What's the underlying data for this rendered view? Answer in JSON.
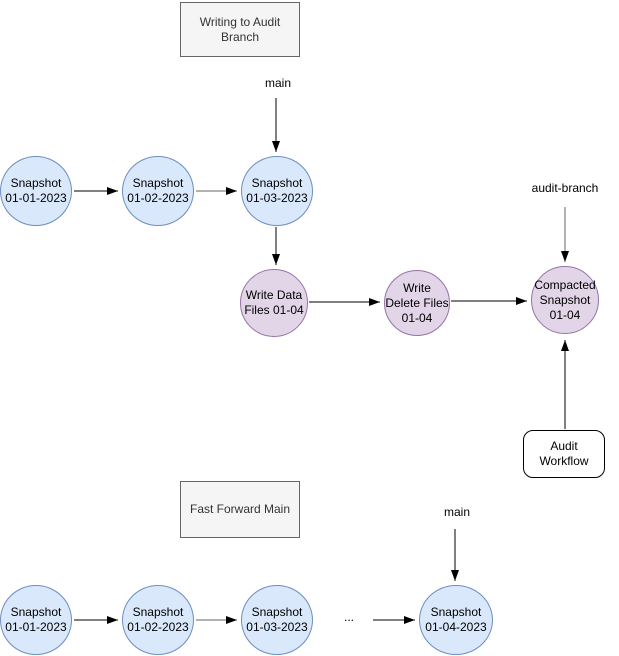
{
  "colors": {
    "snapshot_fill": "#dae8fc",
    "snapshot_stroke": "#6c8ebf",
    "audit_fill": "#e1d5e7",
    "audit_stroke": "#9673a6",
    "title_box_fill": "#f5f5f5",
    "title_box_stroke": "#666666",
    "title_text": "#333333",
    "node_text": "#000000",
    "arrow_black": "#000000",
    "arrow_gray": "#666666",
    "workflow_fill": "#ffffff",
    "workflow_stroke": "#000000"
  },
  "writing_section": {
    "title": "Writing to Audit Branch",
    "main_branch_label": "main",
    "audit_branch_label": "audit-branch",
    "main_snapshots": [
      "Snapshot\n01-01-2023",
      "Snapshot\n01-02-2023",
      "Snapshot\n01-03-2023"
    ],
    "audit_nodes": [
      "Write Data\nFiles 01-04",
      "Write\nDelete Files\n01-04",
      "Compacted\nSnapshot\n01-04"
    ],
    "workflow_label": "Audit\nWorkflow"
  },
  "fast_forward_section": {
    "title": "Fast Forward Main",
    "main_branch_label": "main",
    "snapshots": [
      "Snapshot\n01-01-2023",
      "Snapshot\n01-02-2023",
      "Snapshot\n01-03-2023",
      "Snapshot\n01-04-2023"
    ],
    "ellipsis": "..."
  }
}
